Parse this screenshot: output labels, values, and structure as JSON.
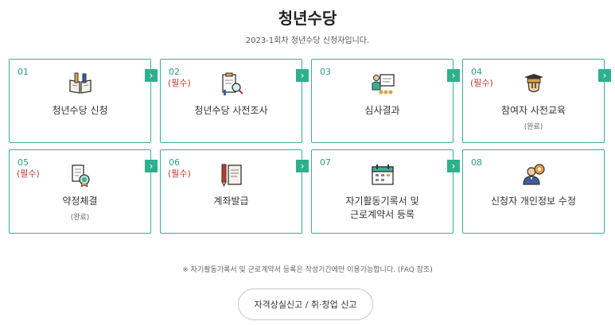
{
  "header": {
    "title": "청년수당",
    "subtitle": "2023-1회차 청년수당 신청자입니다."
  },
  "colors": {
    "accent": "#2eb08f",
    "required": "#c0392b"
  },
  "cards": [
    {
      "number": "01",
      "required": "",
      "label": "청년수당 신청",
      "status": "",
      "icon": "book-pen-icon"
    },
    {
      "number": "02",
      "required": "(필수)",
      "label": "청년수당 사전조사",
      "status": "",
      "icon": "clipboard-search-icon"
    },
    {
      "number": "03",
      "required": "",
      "label": "심사결과",
      "status": "",
      "icon": "presenter-board-icon"
    },
    {
      "number": "04",
      "required": "(필수)",
      "label": "참여자 사전교육",
      "status": "(완료)",
      "icon": "education-icon"
    },
    {
      "number": "05",
      "required": "(필수)",
      "label": "약정체결",
      "status": "(완료)",
      "icon": "document-seal-icon"
    },
    {
      "number": "06",
      "required": "(필수)",
      "label": "계좌발급",
      "status": "",
      "icon": "pen-document-icon"
    },
    {
      "number": "07",
      "required": "",
      "label": "자기활동기록서 및\n근로계약서 등록",
      "status": "",
      "icon": "calendar-icon"
    },
    {
      "number": "08",
      "required": "",
      "label": "신청자 개인정보 수정",
      "status": "",
      "icon": "user-settings-icon"
    }
  ],
  "arrow_glyph": "›",
  "notice": "※ 자기활동기록서 및 근로계약서 등록은 작성기간에만 이용가능합니다. (FAQ 참조)",
  "report_button": {
    "label": "자격상실신고 / 취·창업 신고"
  }
}
